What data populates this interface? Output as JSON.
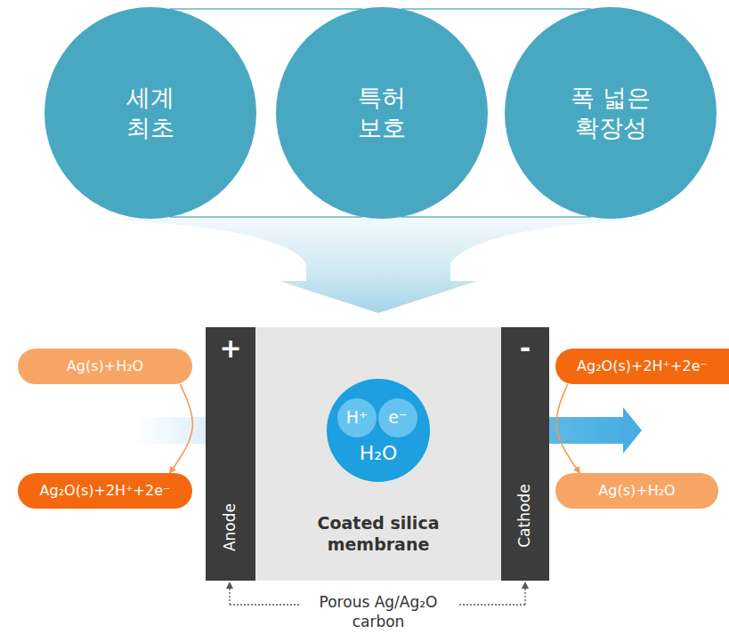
{
  "diagram": {
    "nodes": [
      {
        "text": [
          "세계 최초"
        ]
      },
      {
        "text": [
          "특허 보호"
        ]
      },
      {
        "text": [
          "폭 넓은 확장성"
        ]
      },
      {
        "text": [
          "Ag(s)+H₂O"
        ]
      },
      {
        "text": [
          "Ag₂O(s)+2H⁺+2e⁻"
        ]
      },
      {
        "text": [
          "+",
          "Anode"
        ]
      },
      {
        "text": [
          "Coated silica membrane"
        ]
      },
      {
        "text": [
          "H⁺",
          "e⁻",
          "H₂O"
        ],
        "in": 6
      },
      {
        "text": [
          "-",
          "Cathode"
        ]
      },
      {
        "text": [
          "Ag₂O(s)+2H⁺+2e⁻"
        ]
      },
      {
        "text": [
          "Ag(s)+H₂O"
        ]
      }
    ],
    "edges": [
      {
        "from": 0,
        "to": 1,
        "arrow": "none"
      },
      {
        "from": 0,
        "to": 1,
        "arrow": "none"
      },
      {
        "from": 1,
        "to": 2,
        "arrow": "none"
      },
      {
        "from": 1,
        "to": 2,
        "arrow": "none"
      },
      {
        "from": 3,
        "to": 4,
        "arrow": "to"
      },
      {
        "from": 9,
        "to": 10,
        "arrow": "to"
      }
    ],
    "labels": [
      "Porous Ag/Ag₂O carbon"
    ]
  }
}
